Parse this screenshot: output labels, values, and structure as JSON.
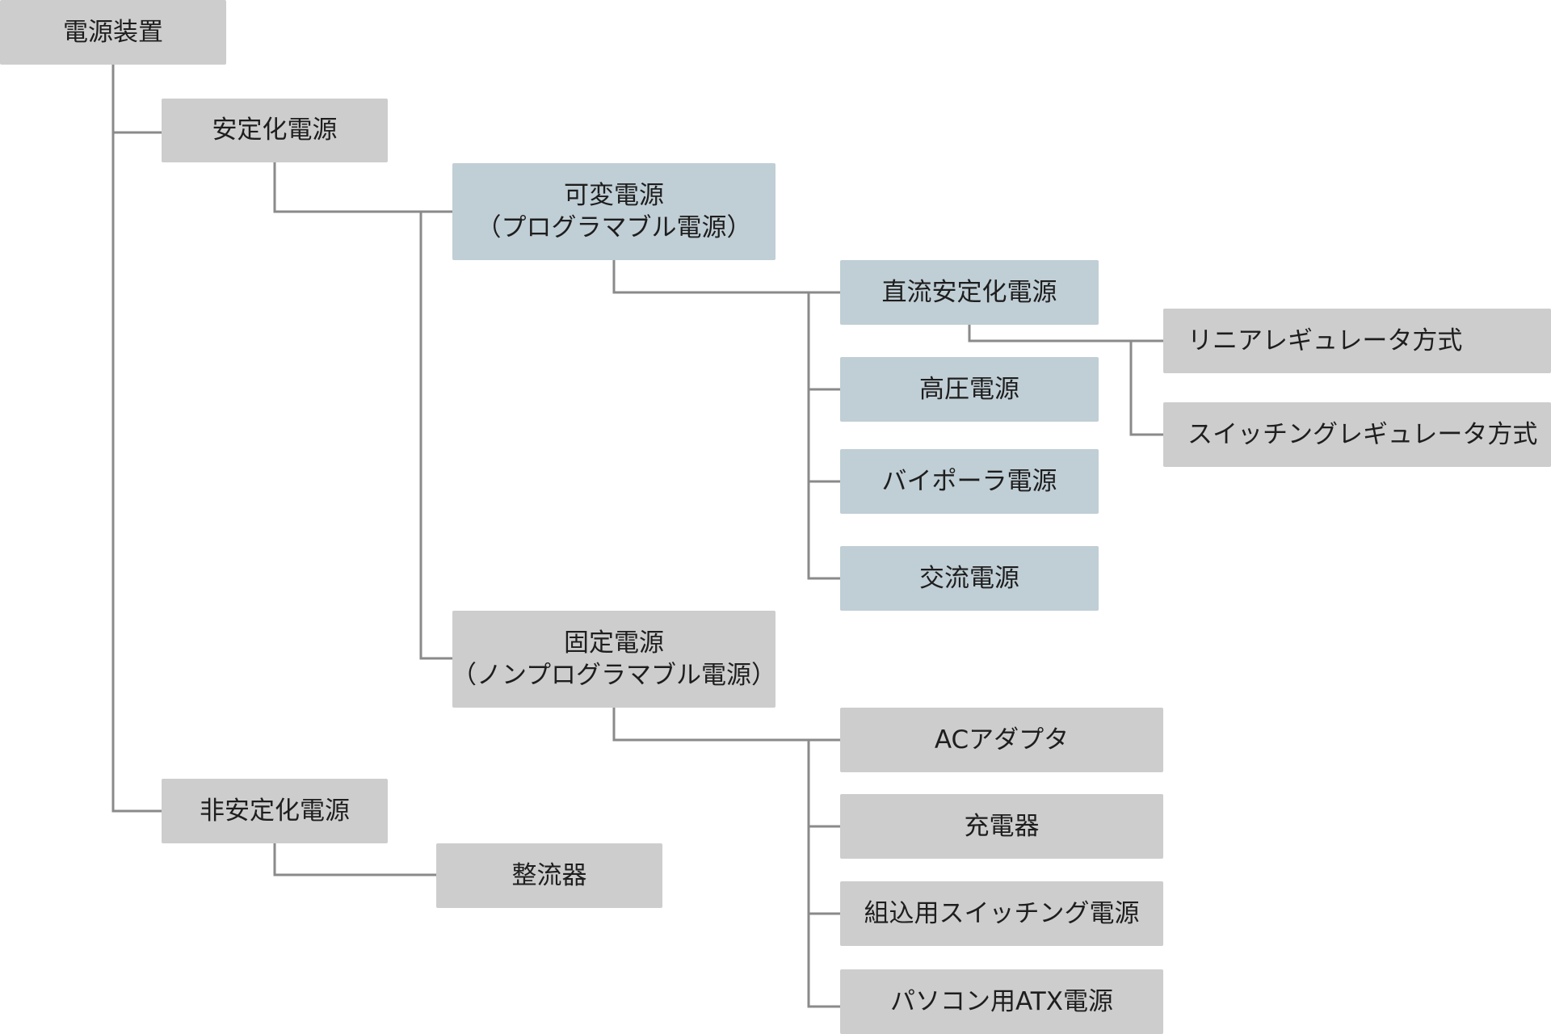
{
  "colors": {
    "gray_box": "#cdcdcd",
    "blue_box": "#c0ced5",
    "connector": "#8a8a8a",
    "text": "#1e1e1e"
  },
  "nodes": {
    "root": "電源装置",
    "stabilized": "安定化電源",
    "variable_line1": "可変電源",
    "variable_line2": "（プログラマブル電源）",
    "dc_stabilized": "直流安定化電源",
    "linear": "リニアレギュレータ方式",
    "switching": "スイッチングレギュレータ方式",
    "high_voltage": "高圧電源",
    "bipolar": "バイポーラ電源",
    "ac": "交流電源",
    "fixed_line1": "固定電源",
    "fixed_line2": "（ノンプログラマブル電源）",
    "ac_adapter": "ACアダプタ",
    "charger": "充電器",
    "embedded_switching": "組込用スイッチング電源",
    "pc_atx": "パソコン用ATX電源",
    "unstabilized": "非安定化電源",
    "rectifier": "整流器"
  }
}
